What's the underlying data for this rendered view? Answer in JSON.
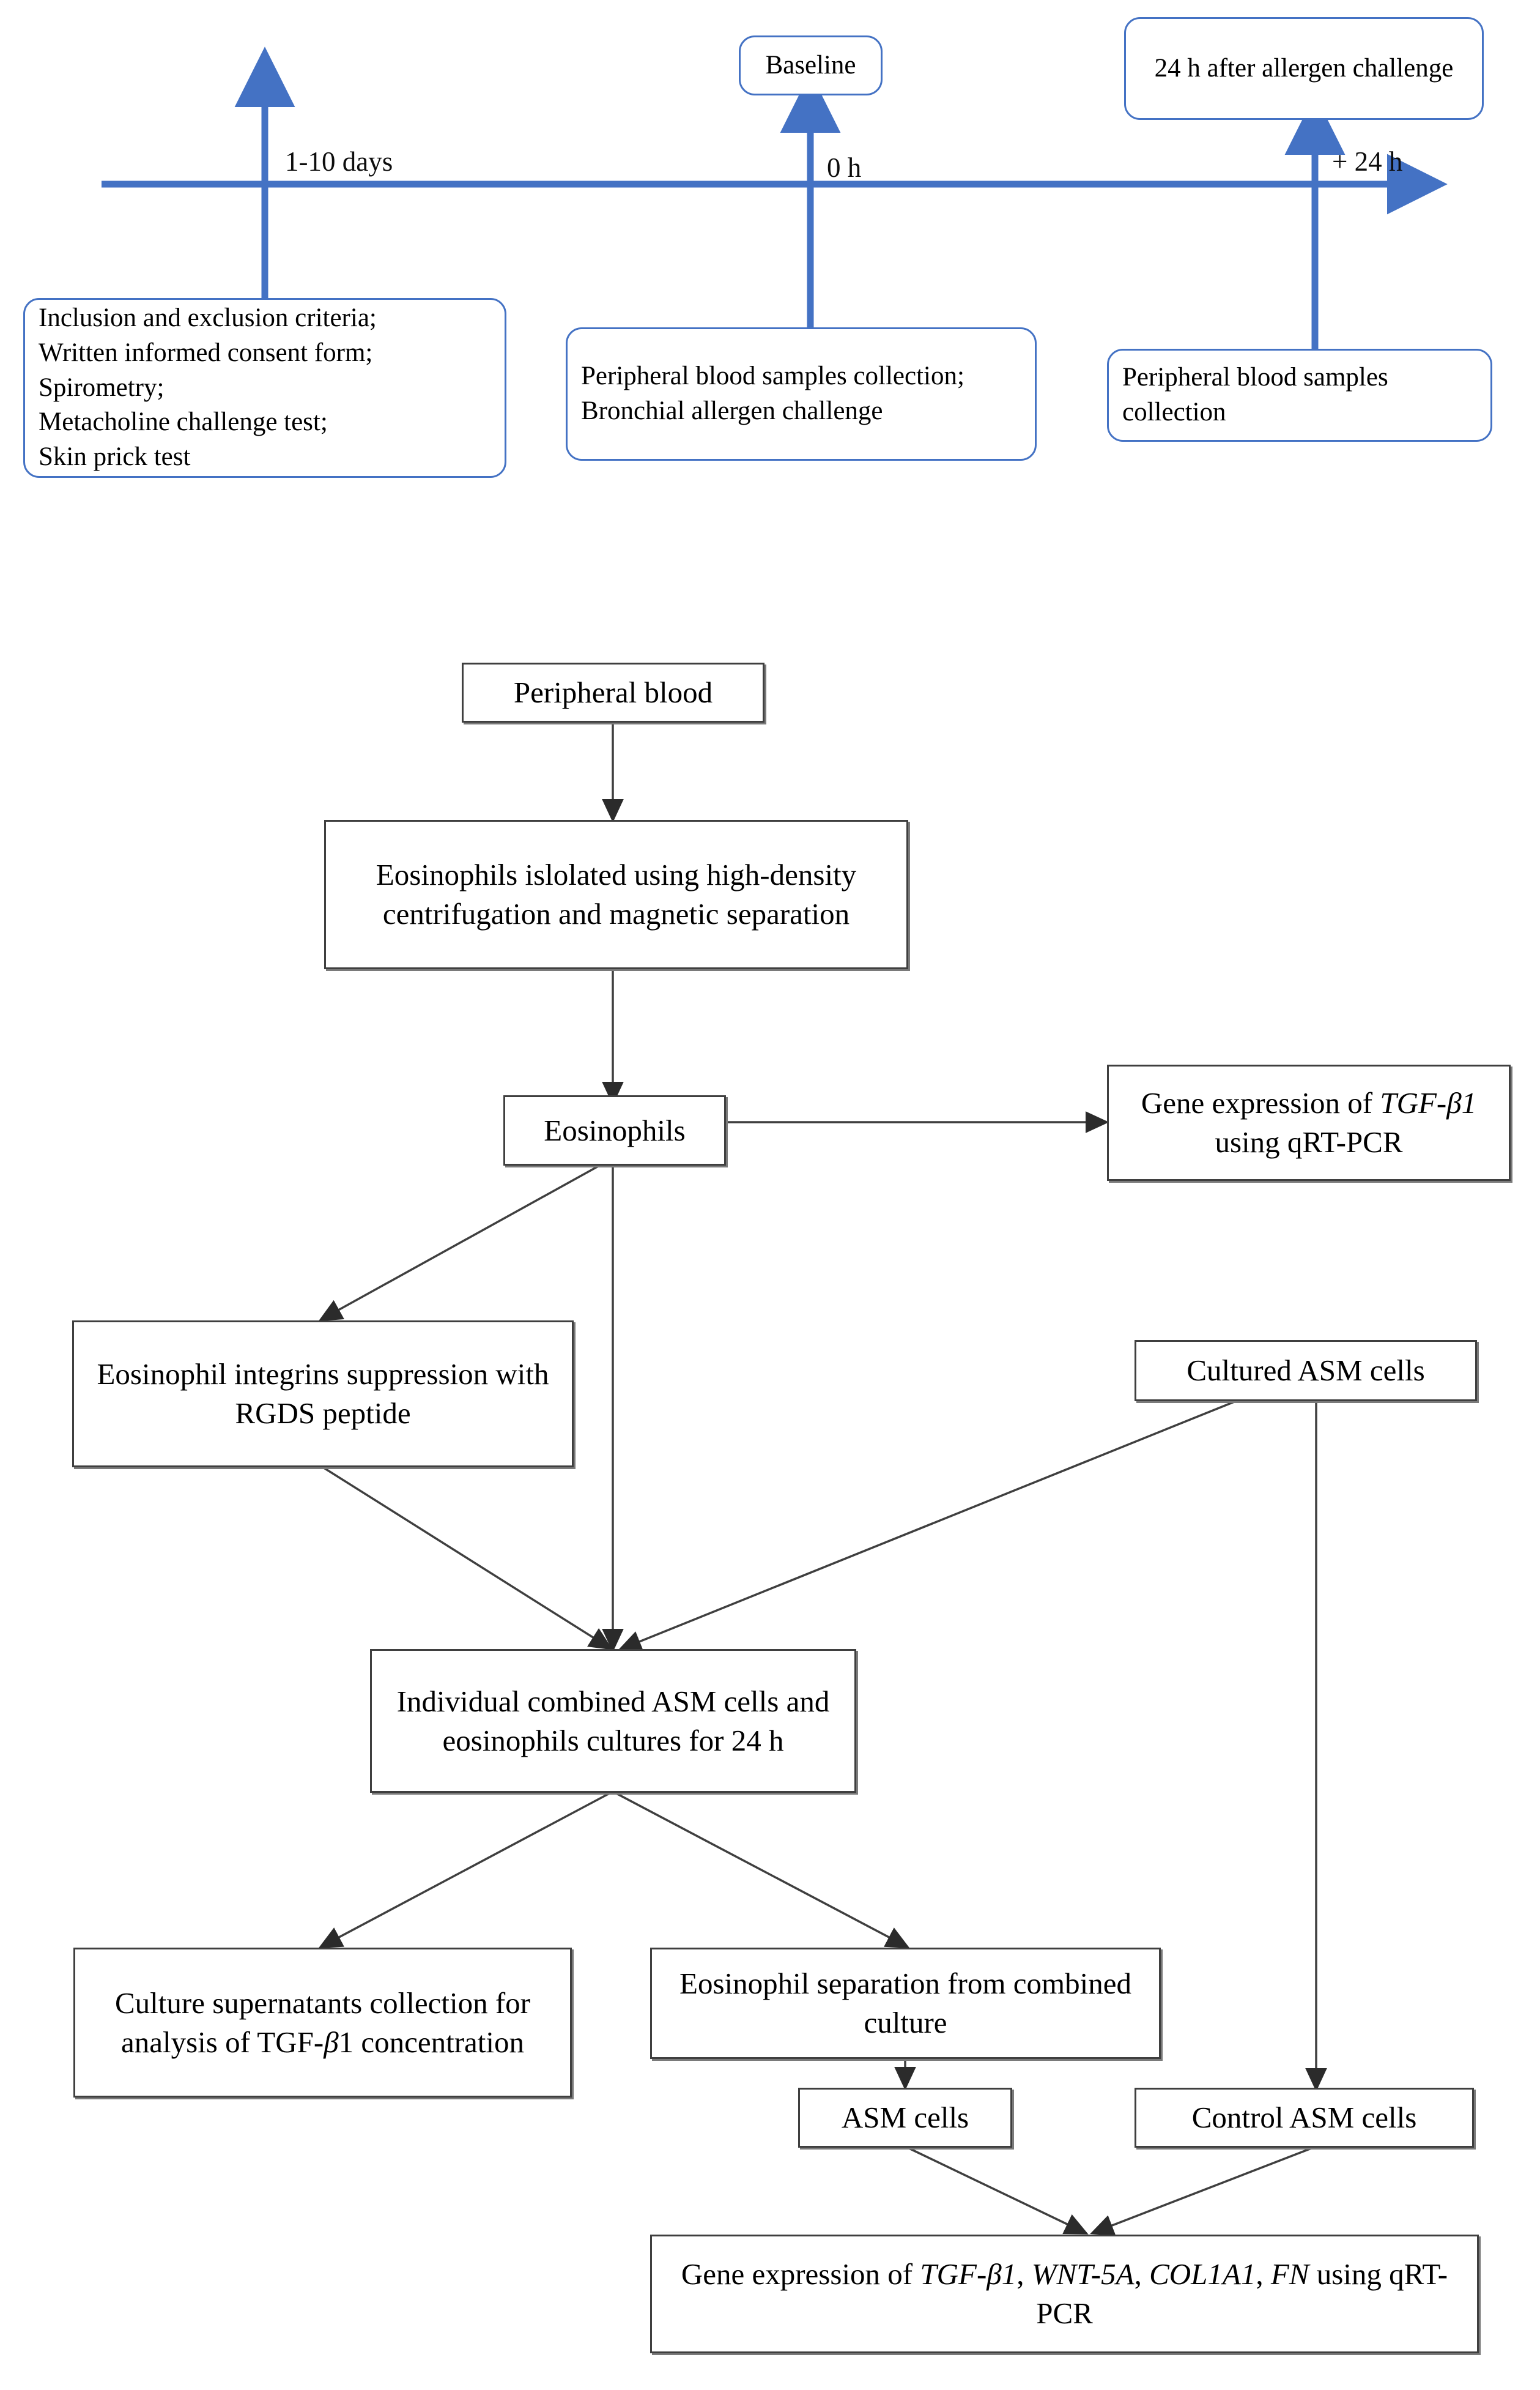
{
  "figure": {
    "type": "study-design-and-experimental-workflow-diagram"
  },
  "timeline": {
    "axis_labels": [
      {
        "id": "t-minus",
        "text": "1-10 days"
      },
      {
        "id": "t-zero",
        "text": "0 h"
      },
      {
        "id": "t-plus",
        "text": "+ 24 h"
      }
    ],
    "top_boxes": [
      {
        "id": "baseline",
        "text": "Baseline"
      },
      {
        "id": "post-challenge",
        "text": "24 h after allergen challenge"
      }
    ],
    "bottom_boxes": [
      {
        "id": "screening",
        "text": "Inclusion and exclusion criteria;\nWritten informed consent form;\nSpirometry;\nMetacholine challenge test;\nSkin prick test"
      },
      {
        "id": "visit-zero",
        "text": "Peripheral blood samples collection;\nBronchial allergen challenge"
      },
      {
        "id": "visit-24h",
        "text": "Peripheral blood samples collection"
      }
    ]
  },
  "flowchart": {
    "nodes": [
      {
        "id": "peripheral-blood",
        "text": "Peripheral blood"
      },
      {
        "id": "eosinophil-isolation",
        "text": "Eosinophils islolated using high-density centrifugation and magnetic separation"
      },
      {
        "id": "eosinophils",
        "text": "Eosinophils"
      },
      {
        "id": "gene-expression-tgfb1",
        "text": "Gene expression of TGF-β1 using qRT-PCR"
      },
      {
        "id": "rgds-suppression",
        "text": "Eosinophil integrins suppression with RGDS peptide"
      },
      {
        "id": "cultured-asm-cells",
        "text": "Cultured ASM cells"
      },
      {
        "id": "combined-culture",
        "text": "Individual combined ASM cells and eosinophils cultures for 24 h"
      },
      {
        "id": "supernatant-collection",
        "text": "Culture supernatants collection for analysis of TGF-β1 concentration"
      },
      {
        "id": "eosinophil-separation",
        "text": "Eosinophil separation from combined culture"
      },
      {
        "id": "asm-cells",
        "text": "ASM cells"
      },
      {
        "id": "control-asm-cells",
        "text": "Control ASM cells"
      },
      {
        "id": "gene-expression-panel",
        "text": "Gene expression of TGF-β1, WNT-5A, COL1A1, FN using qRT-PCR"
      }
    ],
    "genes": [
      "TGF-β1",
      "WNT-5A",
      "COL1A1",
      "FN"
    ],
    "assay": "qRT-PCR"
  },
  "colors": {
    "timeline_blue": "#4472C4",
    "flow_border": "#3f3f3f",
    "flow_shadow": "#7a7a7a",
    "text": "#000000",
    "background": "#ffffff"
  }
}
